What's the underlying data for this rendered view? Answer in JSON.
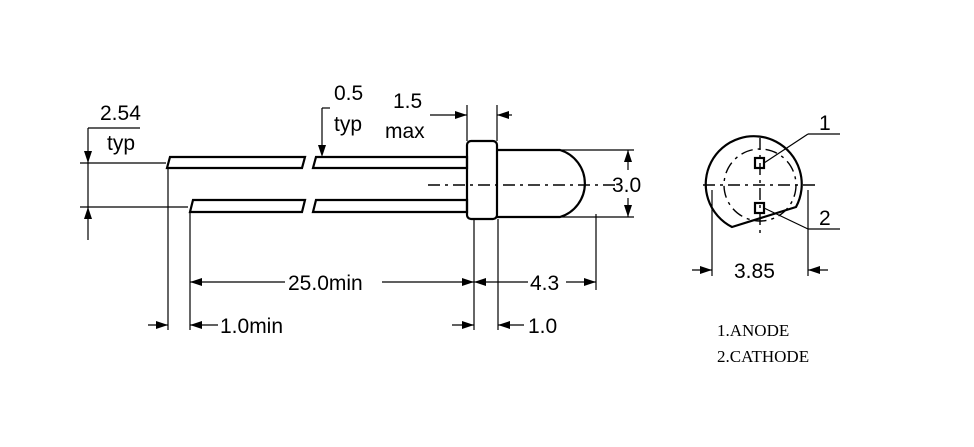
{
  "dimensions": {
    "pitch_value": "2.54",
    "pitch_note": "typ",
    "lead_width_value": "0.5",
    "lead_width_note": "typ",
    "flange_value": "1.5",
    "flange_note": "max",
    "lead_length": "25.0min",
    "body_length": "4.3",
    "body_diameter": "3.0",
    "lead_offset": "1.0min",
    "flange_to_lead": "1.0",
    "outer_diameter": "3.85"
  },
  "pin_callouts": {
    "pin1": "1",
    "pin2": "2"
  },
  "legend": {
    "anode": "1.ANODE",
    "cathode": "2.CATHODE"
  }
}
